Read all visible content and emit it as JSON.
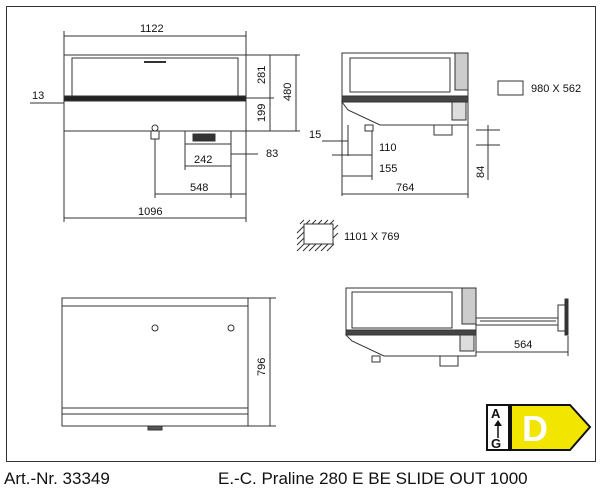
{
  "dimensions": {
    "top_width": "1122",
    "total_height": "480",
    "upper_height": "281",
    "lower_height": "199",
    "left_offset": "13",
    "conn_242": "242",
    "conn_83": "83",
    "conn_548": "548",
    "base_width": "1096",
    "side_15": "15",
    "side_110": "110",
    "side_155": "155",
    "side_depth": "764",
    "side_84": "84",
    "opening": "980 X 562",
    "cutout": "1101 X 769",
    "plan_depth": "796",
    "slide_out": "564"
  },
  "energy": {
    "scale_top": "A",
    "scale_bottom": "G",
    "class": "D",
    "colors": {
      "class_bg": "#f2e600",
      "border": "#111111"
    }
  },
  "footer": {
    "article": "Art.-Nr. 33349",
    "product": "E.-C. Praline 280 E BE SLIDE OUT 1000"
  }
}
